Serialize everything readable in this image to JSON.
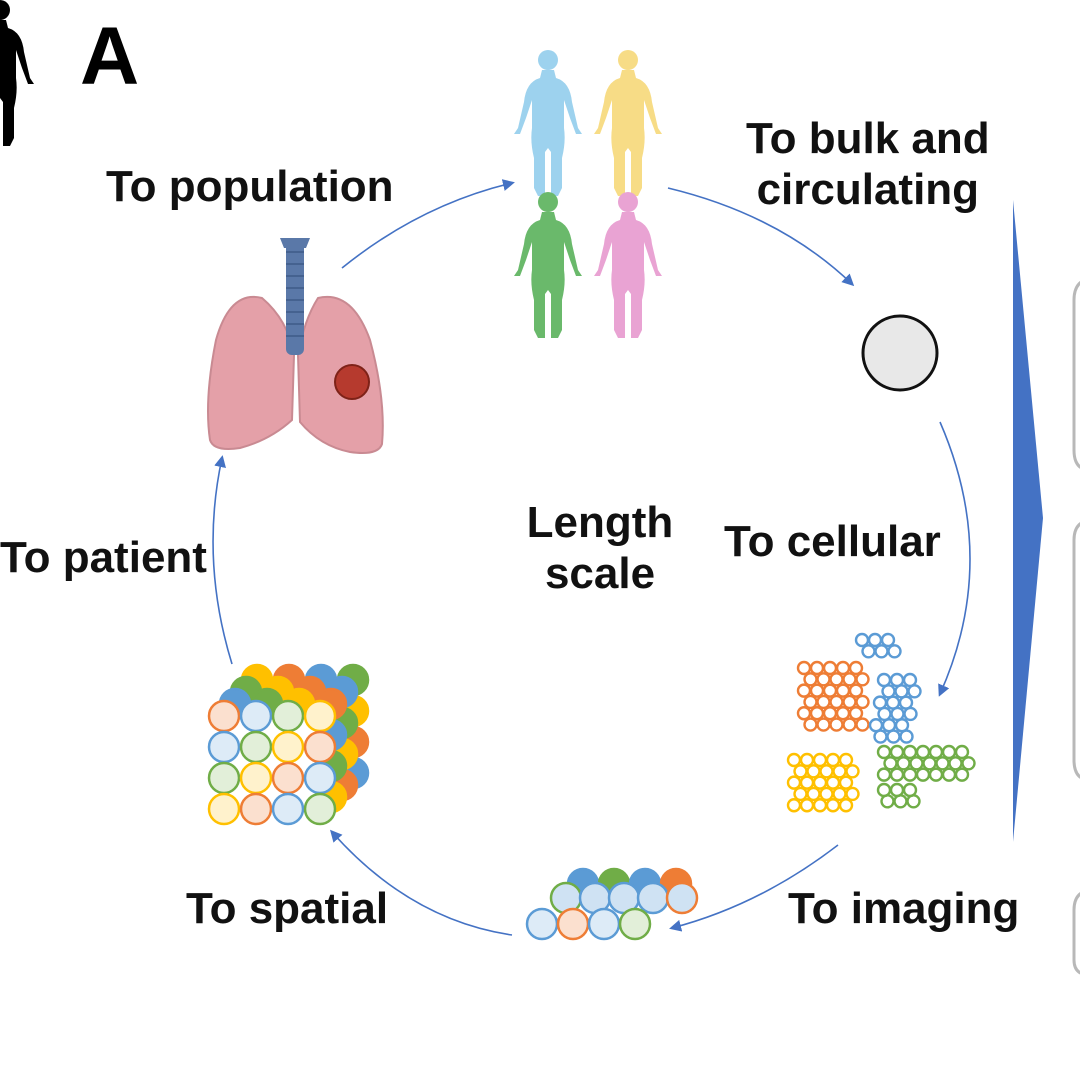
{
  "panel_label": "A",
  "center_label": {
    "line1": "Length",
    "line2": "scale"
  },
  "steps": {
    "to_population": "To population",
    "to_bulk_line1": "To bulk and",
    "to_bulk_line2": "circulating",
    "to_cellular": "To cellular",
    "to_imaging": "To imaging",
    "to_spatial": "To spatial",
    "to_patient": "To patient"
  },
  "icons": [
    "human-figures-icon",
    "single-cell-icon",
    "cell-clusters-icon",
    "cell-layer-icon",
    "cell-cube-icon",
    "lungs-icon"
  ],
  "colors": {
    "arrow": "#4472c4",
    "triangle": "#4472c4",
    "figure_blue": "#9dd2ee",
    "figure_yellow": "#f7dc86",
    "figure_green": "#6ab96b",
    "figure_pink": "#e9a3d3",
    "cell_orange": "#ee7d35",
    "cell_blue": "#5b9bd5",
    "cell_green": "#70ad47",
    "cell_yellow": "#ffc000",
    "lung": "#e4a0a8",
    "trachea": "#5a78a8",
    "tumor": "#b63a2e"
  }
}
